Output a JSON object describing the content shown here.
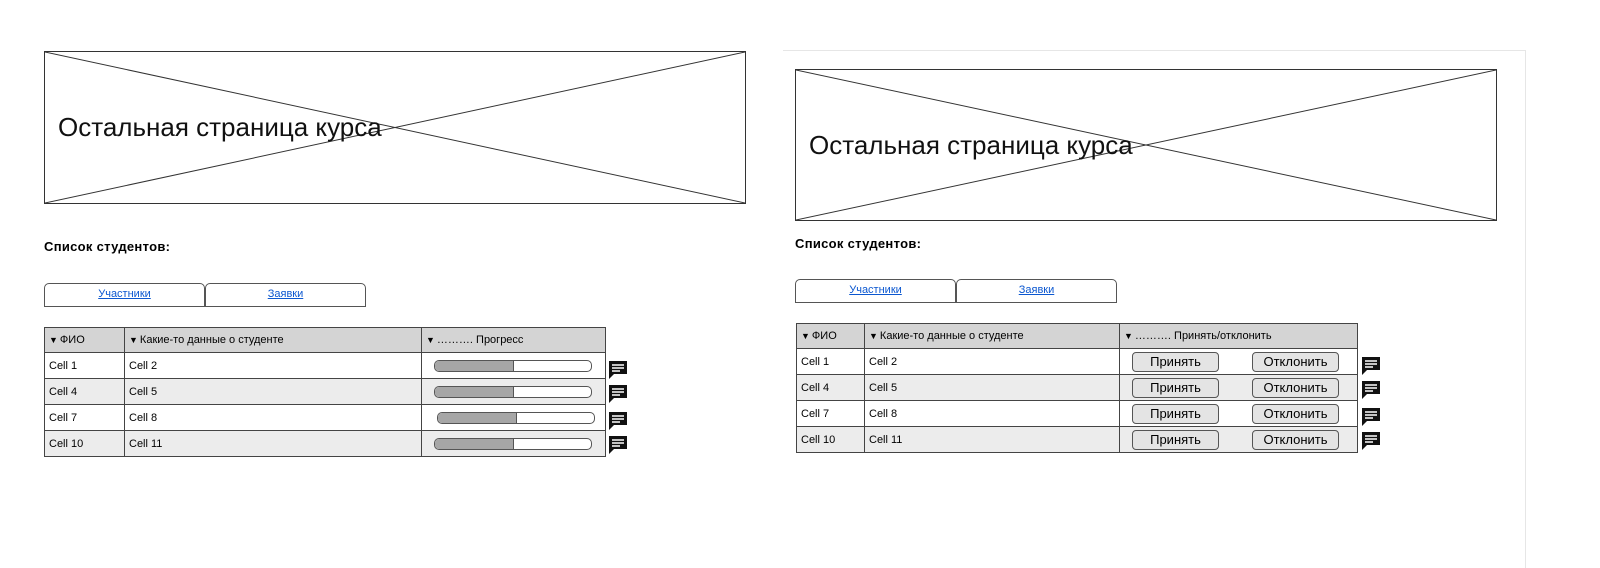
{
  "left": {
    "banner_text": "Остальная страница курса",
    "section_title": "Список студентов:",
    "tabs": [
      "Участники",
      "Заявки"
    ],
    "table": {
      "headers": [
        "ФИО",
        "Какие-то данные о студенте",
        "………. Прогресс"
      ],
      "rows": [
        {
          "name": "Cell 1",
          "data": "Cell 2",
          "progress": 0.5
        },
        {
          "name": "Cell 4",
          "data": "Cell 5",
          "progress": 0.5
        },
        {
          "name": "Cell 7",
          "data": "Cell 8",
          "progress": 0.5
        },
        {
          "name": "Cell 10",
          "data": "Cell 11",
          "progress": 0.5
        }
      ]
    }
  },
  "right": {
    "banner_text": "Остальная страница курса",
    "section_title": "Список студентов:",
    "tabs": [
      "Участники",
      "Заявки"
    ],
    "table": {
      "headers": [
        "ФИО",
        "Какие-то данные о студенте",
        "………. Принять/отклонить"
      ],
      "rows": [
        {
          "name": "Cell 1",
          "data": "Cell 2"
        },
        {
          "name": "Cell 4",
          "data": "Cell 5"
        },
        {
          "name": "Cell 7",
          "data": "Cell 8"
        },
        {
          "name": "Cell 10",
          "data": "Cell 11"
        }
      ],
      "accept_label": "Принять",
      "reject_label": "Отклонить"
    }
  },
  "icons": {
    "row_action": "chat-icon",
    "sort": "sort-arrow-icon"
  }
}
